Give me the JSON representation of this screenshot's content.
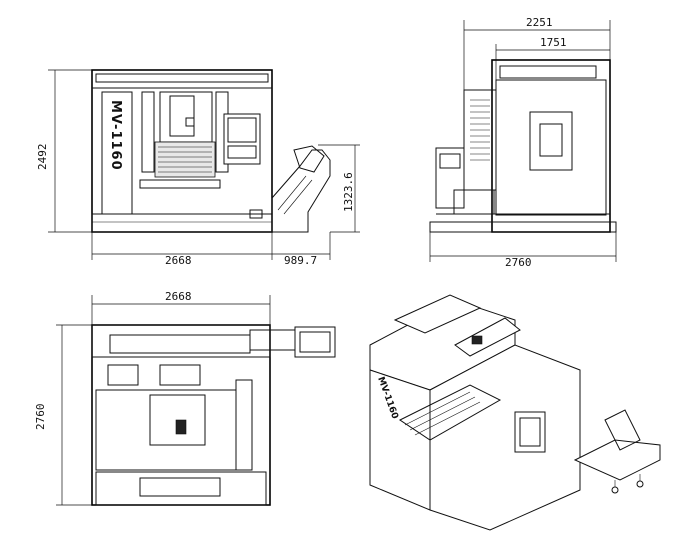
{
  "model_label": "MV-1160",
  "front_view": {
    "height_dim": "2492",
    "width_dim": "2668",
    "chip_conveyor_width_dim": "989.7",
    "chip_conveyor_height_dim": "1323.6"
  },
  "side_view": {
    "overall_depth_dim": "2251",
    "inner_depth_dim": "1751",
    "base_depth_dim": "2760"
  },
  "top_view": {
    "width_dim": "2668",
    "depth_dim": "2760"
  }
}
